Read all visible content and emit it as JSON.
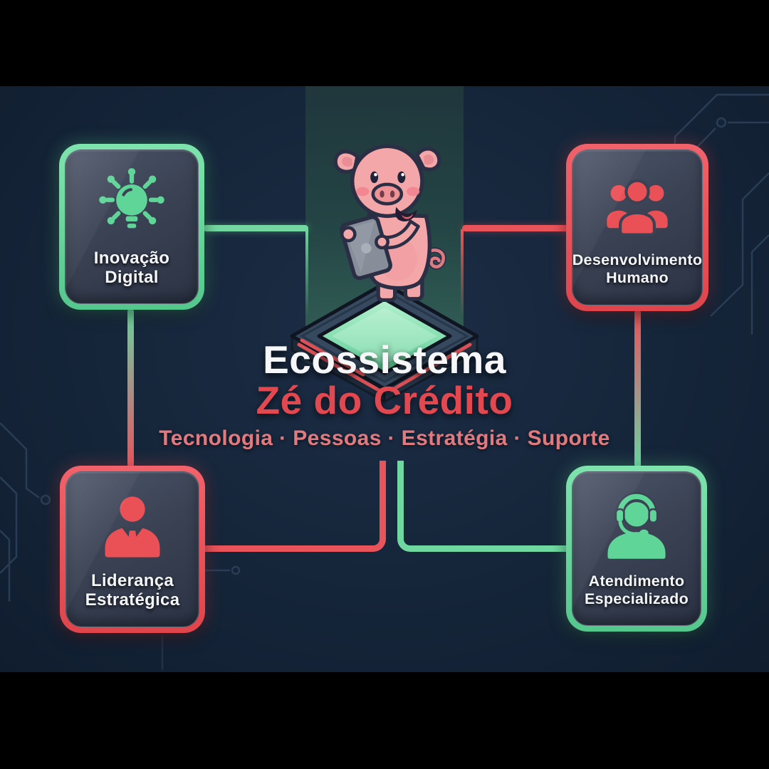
{
  "title": {
    "main": "Ecossistema",
    "brand": "Zé do Crédito",
    "tagline": "Tecnologia · Pessoas · Estratégia · Suporte"
  },
  "cards": [
    {
      "id": "inovacao-digital",
      "line1": "Inovação",
      "line2": "Digital",
      "icon": "lightbulb-network-icon",
      "accent": "green"
    },
    {
      "id": "desenvolvimento-humano",
      "line1": "Desenvolvimento",
      "line2": "Humano",
      "icon": "people-group-icon",
      "accent": "red"
    },
    {
      "id": "lideranca-estrategica",
      "line1": "Liderança",
      "line2": "Estratégica",
      "icon": "business-person-icon",
      "accent": "red"
    },
    {
      "id": "atendimento-especializado",
      "line1": "Atendimento",
      "line2": "Especializado",
      "icon": "headset-agent-icon",
      "accent": "green"
    }
  ],
  "mascot": {
    "name": "pig-mascot-with-tablet"
  },
  "colors": {
    "background": "#152539",
    "letterbox": "#000000",
    "accent_green": "#6fd8a0",
    "accent_red": "#e9535a",
    "card_panel": "#3a4254",
    "title_white": "#f6f7f9",
    "title_red": "#e2484f",
    "tagline_pink": "#e07a7f",
    "circuit_trace": "#2c4158",
    "platform_top_green": "#8ee6b4"
  }
}
